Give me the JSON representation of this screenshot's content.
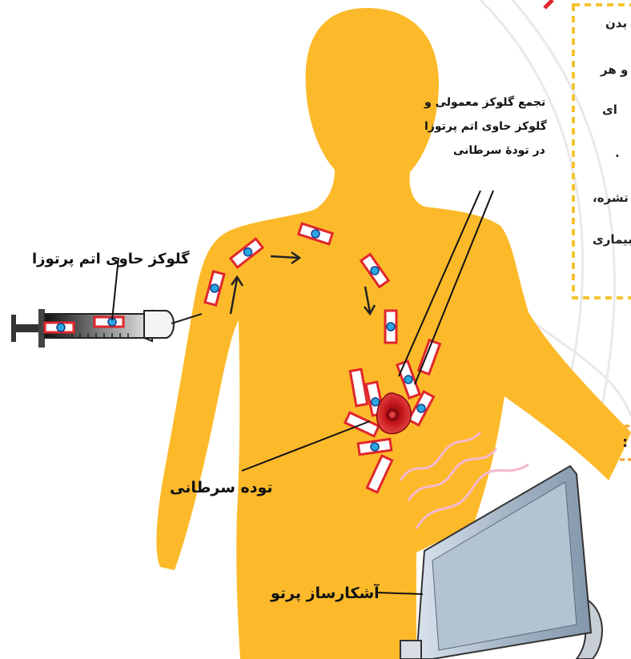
{
  "labels": {
    "glucose_label": "گلوکز حاوی اتم پرتوزا",
    "accum_line1": "تجمع گلوکز معمولی و",
    "accum_line2": "گلوکز حاوی اتم پرتوزا",
    "accum_line3": "در تودۀ سرطانی",
    "tumor_label": "توده سرطانی",
    "detector_label": "آشکارساز پرتو"
  },
  "info_box": {
    "lines": [
      "بدن",
      "و هر",
      "ای",
      ".",
      "تشره،",
      "بیماری"
    ],
    "side_marker": ":"
  },
  "colors": {
    "body": "#FCBA2B",
    "vial_border": "#E0262D",
    "dot": "#29A8E0",
    "tumor": "#C4161C",
    "waves": "#F4B8CF",
    "box_border": "#F4C430",
    "detector": "#A9B8C8"
  }
}
